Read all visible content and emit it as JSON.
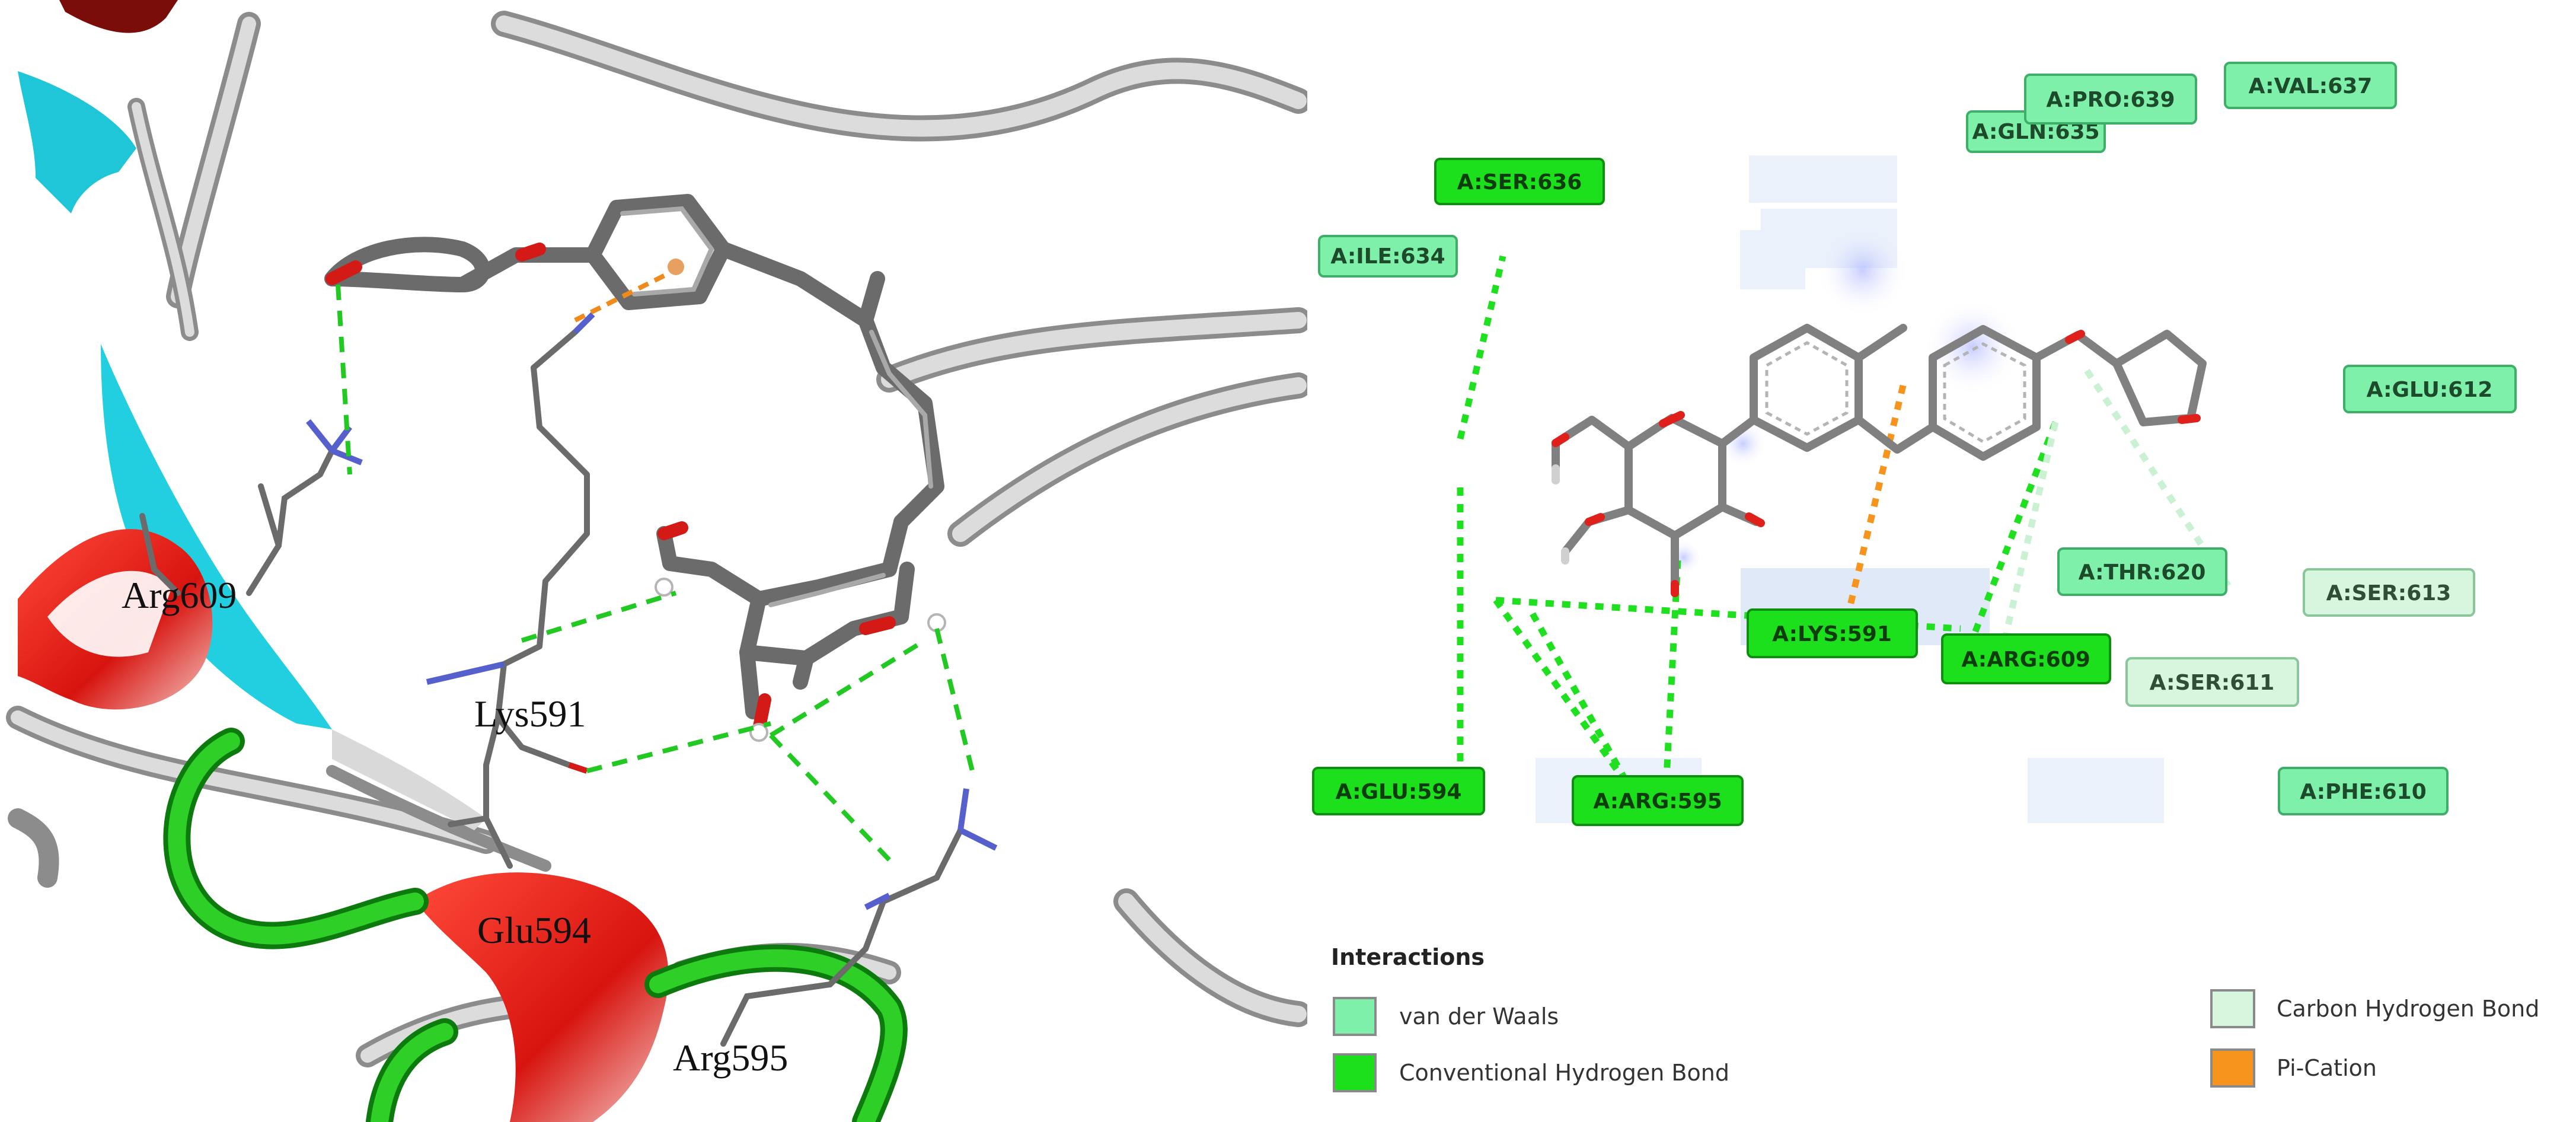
{
  "structure_panel": {
    "residue_labels": {
      "arg609": "Arg609",
      "lys591": "Lys591",
      "glu594": "Glu594",
      "arg595": "Arg595"
    }
  },
  "interaction_diagram": {
    "residues": {
      "gln635": "A:GLN:635",
      "ser636": "A:SER:636",
      "ile634": "A:ILE:634",
      "pro639": "A:PRO:639",
      "val637": "A:VAL:637",
      "glu612": "A:GLU:612",
      "thr620": "A:THR:620",
      "ser613": "A:SER:613",
      "lys591": "A:LYS:591",
      "arg609": "A:ARG:609",
      "ser611": "A:SER:611",
      "glu594": "A:GLU:594",
      "arg595": "A:ARG:595",
      "phe610": "A:PHE:610"
    },
    "legend": {
      "title": "Interactions",
      "items": {
        "vdw": "van der Waals",
        "chb": "Carbon Hydrogen Bond",
        "hbond": "Conventional Hydrogen Bond",
        "pication": "Pi-Cation"
      }
    }
  },
  "colors": {
    "van_der_waals": "#7ff0a9",
    "conventional_hbond": "#1de01d",
    "carbon_hbond": "#d6f7de",
    "pi_cation": "#f7941d",
    "ribbon_red": "#e0201a",
    "ribbon_cyan": "#22cfe0",
    "ribbon_green": "#22b81c",
    "ribbon_grey": "#c8c8c8",
    "ligand_grey": "#6e6e6e"
  }
}
